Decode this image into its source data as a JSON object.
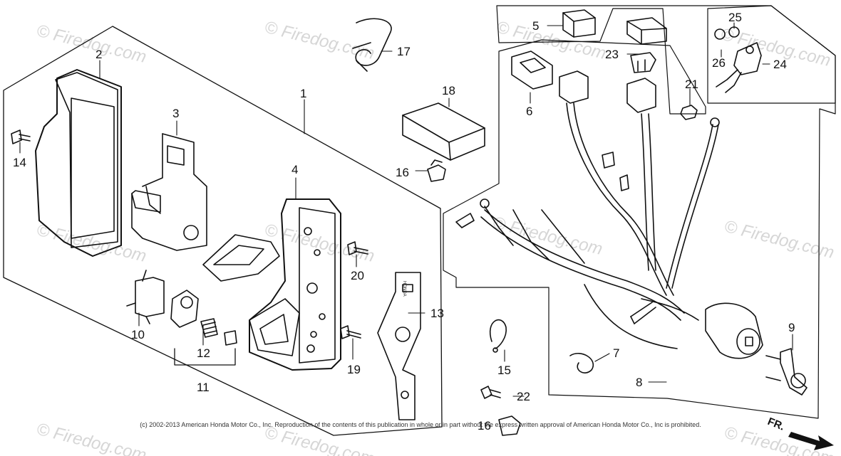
{
  "watermarks": [
    {
      "text": "© Firedog.com"
    },
    {
      "text": "© Firedog.com"
    },
    {
      "text": "© Firedog.com"
    },
    {
      "text": "© Firedog.com"
    },
    {
      "text": "© Firedog.com"
    },
    {
      "text": "© Firedog.com"
    },
    {
      "text": "© Firedog.com"
    },
    {
      "text": "© Firedog.com"
    },
    {
      "text": "© Firedog.com"
    },
    {
      "text": "© Firedog.com"
    },
    {
      "text": "© Firedog.com"
    }
  ],
  "callouts": {
    "c1": "1",
    "c2": "2",
    "c3": "3",
    "c4": "4",
    "c5": "5",
    "c6": "6",
    "c7": "7",
    "c8": "8",
    "c9": "9",
    "c10": "10",
    "c11": "11",
    "c12": "12",
    "c13": "13",
    "c14": "14",
    "c15": "15",
    "c16a": "16",
    "c16b": "16",
    "c17": "17",
    "c18": "18",
    "c19": "19",
    "c20": "20",
    "c21": "21",
    "c22": "22",
    "c23": "23",
    "c24": "24",
    "c25": "25",
    "c26": "26"
  },
  "direction_label": "FR.",
  "plate_text": "HONDA",
  "copyright": "(c) 2002-2013 American Honda Motor Co., Inc. Reproduction of the contents of this publication in whole or in part without the express written approval of American Honda Motor Co., Inc is prohibited."
}
